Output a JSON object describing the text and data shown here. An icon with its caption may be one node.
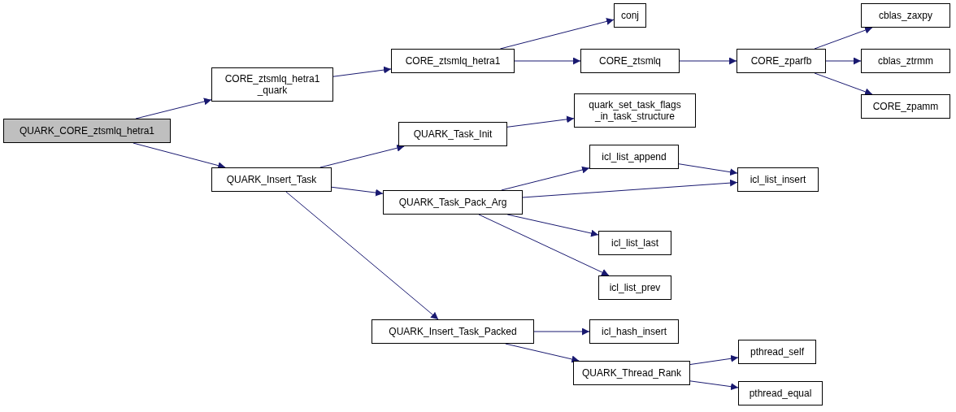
{
  "diagram": {
    "nodes": [
      {
        "text": [
          "QUARK_CORE_ztsmlq_hetra1"
        ]
      },
      {
        "text": [
          "CORE_ztsmlq_hetra1 _quark"
        ]
      },
      {
        "text": [
          "CORE_ztsmlq_hetra1"
        ]
      },
      {
        "text": [
          "conj"
        ]
      },
      {
        "text": [
          "CORE_ztsmlq"
        ]
      },
      {
        "text": [
          "CORE_zparfb"
        ]
      },
      {
        "text": [
          "cblas_zaxpy"
        ]
      },
      {
        "text": [
          "cblas_ztrmm"
        ]
      },
      {
        "text": [
          "CORE_zpamm"
        ]
      },
      {
        "text": [
          "QUARK_Insert_Task"
        ]
      },
      {
        "text": [
          "QUARK_Task_Init"
        ]
      },
      {
        "text": [
          "quark_set_task_flags _in_task_structure"
        ]
      },
      {
        "text": [
          "QUARK_Task_Pack_Arg"
        ]
      },
      {
        "text": [
          "icl_list_append"
        ]
      },
      {
        "text": [
          "icl_list_insert"
        ]
      },
      {
        "text": [
          "icl_list_last"
        ]
      },
      {
        "text": [
          "icl_list_prev"
        ]
      },
      {
        "text": [
          "QUARK_Insert_Task_Packed"
        ]
      },
      {
        "text": [
          "icl_hash_insert"
        ]
      },
      {
        "text": [
          "QUARK_Thread_Rank"
        ]
      },
      {
        "text": [
          "pthread_self"
        ]
      },
      {
        "text": [
          "pthread_equal"
        ]
      }
    ],
    "edges": [
      {
        "from": 0,
        "to": 1,
        "arrow": "to"
      },
      {
        "from": 0,
        "to": 9,
        "arrow": "to"
      },
      {
        "from": 1,
        "to": 2,
        "arrow": "to"
      },
      {
        "from": 2,
        "to": 3,
        "arrow": "to"
      },
      {
        "from": 2,
        "to": 4,
        "arrow": "to"
      },
      {
        "from": 4,
        "to": 5,
        "arrow": "to"
      },
      {
        "from": 5,
        "to": 6,
        "arrow": "to"
      },
      {
        "from": 5,
        "to": 7,
        "arrow": "to"
      },
      {
        "from": 5,
        "to": 8,
        "arrow": "to"
      },
      {
        "from": 9,
        "to": 10,
        "arrow": "to"
      },
      {
        "from": 9,
        "to": 12,
        "arrow": "to"
      },
      {
        "from": 9,
        "to": 17,
        "arrow": "to"
      },
      {
        "from": 10,
        "to": 11,
        "arrow": "to"
      },
      {
        "from": 12,
        "to": 13,
        "arrow": "to"
      },
      {
        "from": 12,
        "to": 14,
        "arrow": "to"
      },
      {
        "from": 12,
        "to": 15,
        "arrow": "to"
      },
      {
        "from": 12,
        "to": 16,
        "arrow": "to"
      },
      {
        "from": 13,
        "to": 14,
        "arrow": "to"
      },
      {
        "from": 17,
        "to": 18,
        "arrow": "to"
      },
      {
        "from": 17,
        "to": 19,
        "arrow": "to"
      },
      {
        "from": 19,
        "to": 20,
        "arrow": "to"
      },
      {
        "from": 19,
        "to": 21,
        "arrow": "to"
      }
    ]
  }
}
